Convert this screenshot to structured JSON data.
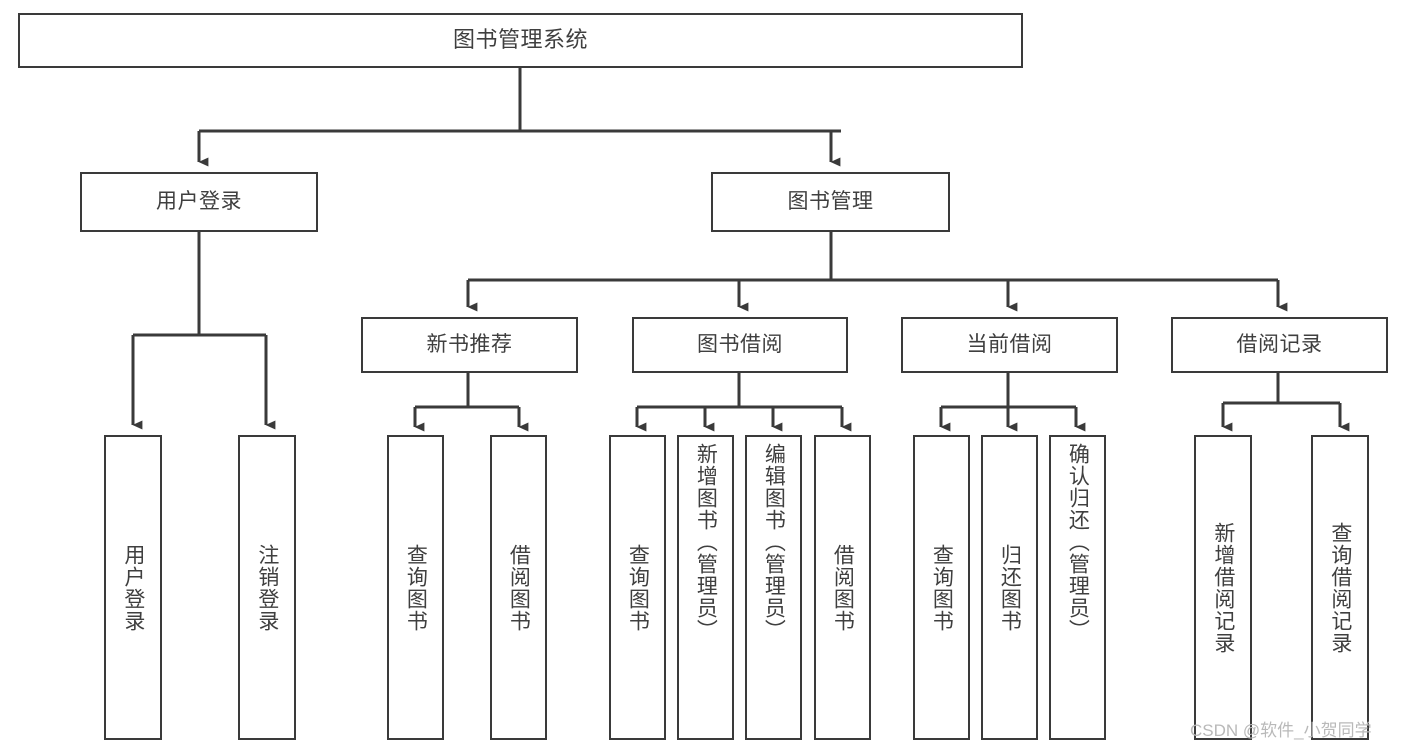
{
  "diagram": {
    "title": "图书管理系统",
    "type": "tree-hierarchy-diagram",
    "colors": {
      "background": "#ffffff",
      "stroke": "#3a3a3a",
      "text": "#3f3f3f",
      "watermark": "#b9b9b9"
    },
    "levels": {
      "root": {
        "label": "图书管理系统"
      },
      "level2": [
        {
          "label": "用户登录"
        },
        {
          "label": "图书管理"
        }
      ],
      "level3": [
        {
          "label": "新书推荐"
        },
        {
          "label": "图书借阅"
        },
        {
          "label": "当前借阅"
        },
        {
          "label": "借阅记录"
        }
      ],
      "leaves": {
        "user_login": [
          {
            "label": "用户登录"
          },
          {
            "label": "注销登录"
          }
        ],
        "new_book_recommend": [
          {
            "label": "查询图书"
          },
          {
            "label": "借阅图书"
          }
        ],
        "book_borrow": [
          {
            "label": "查询图书"
          },
          {
            "label": "新增图书（管理员）"
          },
          {
            "label": "编辑图书（管理员）"
          },
          {
            "label": "借阅图书"
          }
        ],
        "current_borrow": [
          {
            "label": "查询图书"
          },
          {
            "label": "归还图书"
          },
          {
            "label": "确认归还（管理员）"
          }
        ],
        "borrow_record": [
          {
            "label": "新增借阅记录"
          },
          {
            "label": "查询借阅记录"
          }
        ]
      }
    },
    "watermark": "CSDN @软件_小贺同学"
  }
}
